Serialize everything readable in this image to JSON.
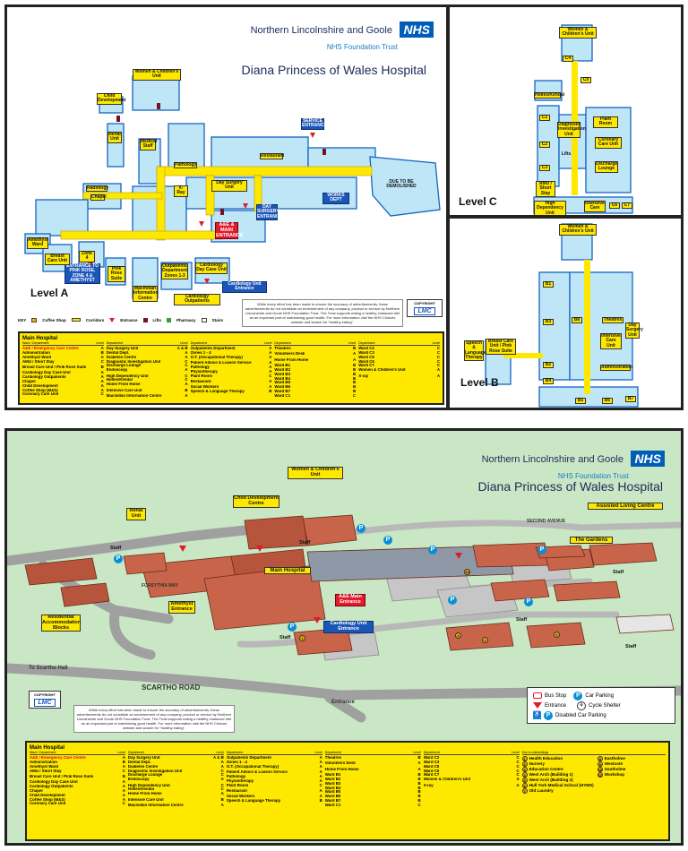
{
  "trust": {
    "name": "Northern Lincolnshire and Goole",
    "sub": "NHS Foundation Trust",
    "logo": "NHS"
  },
  "hospital": "Diana Princess of Wales Hospital",
  "levels": {
    "a": "Level A",
    "b": "Level B",
    "c": "Level C"
  },
  "notice": "While every effort has been made to ensure the accuracy of advertisements, these advertisements do not constitute an endorsement of any company, product or service by Northern Lincolnshire and Goole NHS Foundation Trust. The Trust supports eating a healthy, balanced diet as an important part of maintaining good health. For more information visit the NHS Choices website and search for \"healthy eating\".",
  "copyright": {
    "label": "COPYRIGHT",
    "logo": "LMC"
  },
  "key": {
    "label": "KEY",
    "items": [
      "Coffee Shop",
      "Corridors",
      "Entrance",
      "Lifts",
      "Pharmacy",
      "Stairs"
    ]
  },
  "plan_a": {
    "women": "Women & Children's Unit",
    "child": "Child Development",
    "renal": "Renal Unit",
    "service": "SERVICE ENTRANCE",
    "demolished": "DUE TO BE DEMOLISHED",
    "works": "WORKS DEPT",
    "restaurant": "Restaurant",
    "pathology": "Pathology",
    "dsu": "Day Surgery Unit",
    "xray": "X-Ray",
    "ae": "A&E & MAIN ENTRANCE",
    "dayent": "DAY SURGERY ENTRANCE",
    "outp": "Outpatients Department Zones 1-3",
    "cardio_day": "Cardiology Day Case Unit",
    "cardio_out": "Cardiology Outpatients",
    "cardio_ent": "Cardiology Unit Entrance",
    "macmillan": "Macmillan Information Centre",
    "zone4": "ENTRANCE TO PINK ROSE, ZONE 4 & AMETHYST",
    "breast": "Breast Care Unit",
    "chapel": "Chapel",
    "radiology": "Radiology",
    "amethyst": "Amethyst Ward",
    "zone4_lbl": "Zone 4",
    "pink_rose": "Pink Rose Suite",
    "medstaff": "Medical Staff"
  },
  "plan_c": {
    "women": "Women & Children's Unit",
    "holles": "Holles/Kendal",
    "amu": "AMU / Short Stay",
    "plant": "Plant Room",
    "ccu": "Coronary Care Unit",
    "discharge": "Discharge Lounge",
    "diag": "Diagnostic Investigation Unit",
    "hdu": "High Dependency Unit",
    "itu": "Intensive Care",
    "lifts": "Lifts",
    "wards": [
      "C1",
      "C2",
      "C3",
      "C4",
      "C5",
      "C6",
      "C7"
    ]
  },
  "plan_b": {
    "women": "Women & Children's Unit",
    "speech": "Speech & Language Therapy",
    "breast": "Breast Care Unit / Pink Rose Suite",
    "theatres": "Theatres",
    "dsu": "Day Surgery Unit",
    "icu": "Intensive Care Unit",
    "admin": "Administration",
    "wards": [
      "B1",
      "B2",
      "B3",
      "B4",
      "B5",
      "B6",
      "B7",
      "B8"
    ]
  },
  "directory": {
    "title": "Main Hospital",
    "head_dept": "Ward / Department",
    "head_dept_short": "Department",
    "head_level": "Level",
    "head_key": "Key to outbuildings",
    "columns": [
      [
        {
          "n": "A&E / Emergency Care Centre",
          "l": "A",
          "hl": true
        },
        {
          "n": "Administration",
          "l": "B"
        },
        {
          "n": "Amethyst Ward",
          "l": "A"
        },
        {
          "n": "AMU / Short Stay",
          "l": "C"
        },
        {
          "n": "Breast Care Unit / Pink Rose Suite",
          "l": "B",
          "gap": true
        },
        {
          "n": "Cardiology Day Case Unit",
          "l": "A",
          "gap": true
        },
        {
          "n": "Cardiology Outpatients",
          "l": "A"
        },
        {
          "n": "Chapel",
          "l": "A"
        },
        {
          "n": "Child Development",
          "l": "A"
        },
        {
          "n": "Coffee Shop (M&S)",
          "l": "A"
        },
        {
          "n": "Coronary Care Unit",
          "l": "C"
        }
      ],
      [
        {
          "n": "Day Surgery Unit",
          "l": "A & B"
        },
        {
          "n": "Dental Dept.",
          "l": "A"
        },
        {
          "n": "Diabetes Centre",
          "l": "A"
        },
        {
          "n": "Diagnostic Investigation Unit",
          "l": "C"
        },
        {
          "n": "Discharge Lounge",
          "l": "C"
        },
        {
          "n": "Endoscopy",
          "l": "A"
        },
        {
          "n": "High Dependency Unit",
          "l": "C",
          "gap": true
        },
        {
          "n": "Holles/Kendal",
          "l": "C"
        },
        {
          "n": "Home From Home",
          "l": "A"
        },
        {
          "n": "Intensive Care Unit",
          "l": "B",
          "gap": true
        },
        {
          "n": "Macmillan Information Centre",
          "l": "A",
          "gap": true
        }
      ],
      [
        {
          "n": "Outpatients Department",
          "l": "A"
        },
        {
          "n": "Zones 1 - 4",
          "l": "A"
        },
        {
          "n": "O.T. (Occupational Therapy)",
          "l": "A"
        },
        {
          "n": "Patient Advice & Liaison Service",
          "l": "A",
          "gap": true
        },
        {
          "n": "Pathology",
          "l": "A"
        },
        {
          "n": "Physiotherapy",
          "l": "A"
        },
        {
          "n": "Plant Room",
          "l": "C"
        },
        {
          "n": "Restaurant",
          "l": "A",
          "gap": true
        },
        {
          "n": "Social Workers",
          "l": "A",
          "gap": true
        },
        {
          "n": "Speech & Language Therapy",
          "l": "B"
        }
      ],
      [
        {
          "n": "Theatres",
          "l": "B"
        },
        {
          "n": "Volunteers Desk",
          "l": "A",
          "gap": true
        },
        {
          "n": "Home From Home",
          "l": "A",
          "gap": true
        },
        {
          "n": "Ward B1",
          "l": "B",
          "gap": true
        },
        {
          "n": "Ward B2",
          "l": "B"
        },
        {
          "n": "Ward B3",
          "l": "B"
        },
        {
          "n": "Ward B4",
          "l": "B"
        },
        {
          "n": "Ward B5",
          "l": "B"
        },
        {
          "n": "Ward B6",
          "l": "B"
        },
        {
          "n": "Ward B7",
          "l": "B"
        },
        {
          "n": "Ward C1",
          "l": "C"
        }
      ],
      [
        {
          "n": "Ward C2",
          "l": "C"
        },
        {
          "n": "Ward C3",
          "l": "C"
        },
        {
          "n": "Ward C5",
          "l": "C"
        },
        {
          "n": "Ward C6",
          "l": "C"
        },
        {
          "n": "Ward C7",
          "l": "C"
        },
        {
          "n": "Women & Children's Unit",
          "l": "A"
        },
        {
          "n": "X-ray",
          "l": "A",
          "gap": true
        }
      ]
    ],
    "key_outbuildings": [
      {
        "num": "1",
        "n": "Health Education"
      },
      {
        "num": "2",
        "n": "Nursery"
      },
      {
        "num": "3",
        "n": "Education Centre"
      },
      {
        "num": "4",
        "n": "West Arch (Building 1)"
      },
      {
        "num": "5",
        "n": "West Arch (Building 2)"
      },
      {
        "num": "6",
        "n": "Hull York Medical School (HYMS)"
      },
      {
        "num": "7",
        "n": "Old Laundry"
      }
    ],
    "key_outbuildings_2": [
      {
        "num": "8",
        "n": "Eastholme"
      },
      {
        "num": "9",
        "n": "Westcote"
      },
      {
        "num": "10",
        "n": "Southolme"
      },
      {
        "num": "11",
        "n": "Workshop"
      }
    ]
  },
  "site": {
    "women": "Women & Children's Unit",
    "child": "Child Development Centre",
    "renal": "Renal Unit",
    "assisted": "Assisted Living Centre",
    "gardens": "The Gardens",
    "main": "Main Hospital",
    "ae": "A&E Main Entrance",
    "cardio_ent": "Cardiology Unit Entrance",
    "amethyst_ent": "Amethyst Entrance",
    "residential": "Residential Accommodation Blocks",
    "scartho": "To Scartho Hall",
    "scartho_road": "SCARTHO ROAD",
    "second_avenue": "SECOND AVENUE",
    "forsythia": "FORSYTHIA WAY",
    "entrance_road": "Entrance",
    "staff": "Staff",
    "legend": {
      "bus": "Bus Stop",
      "car": "Car Parking",
      "entrance": "Entrance",
      "cycle": "Cycle Shelter",
      "disabled": "Disabled Car Parking"
    }
  },
  "colors": {
    "building": "#bfe6f7",
    "outline": "#1565c0",
    "corridor": "#ffe800",
    "grass": "#c9e7c4",
    "brick": "#c8644a",
    "road": "#9a9a9a",
    "nhs": "#005eb8",
    "accent": "#e21b2b"
  }
}
